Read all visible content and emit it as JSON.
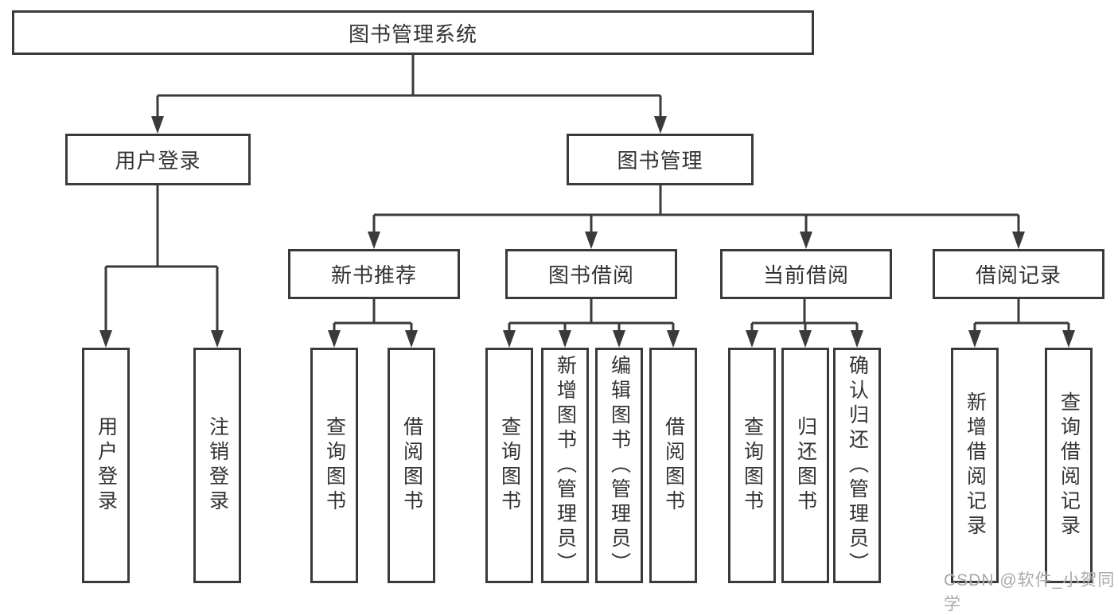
{
  "diagram": {
    "root": {
      "label": "图书管理系统"
    },
    "login_branch": {
      "label": "用户登录",
      "leaves": [
        {
          "label": "用户登录"
        },
        {
          "label": "注销登录"
        }
      ]
    },
    "mgmt_branch": {
      "label": "图书管理",
      "groups": [
        {
          "label": "新书推荐",
          "leaves": [
            {
              "label": "查询图书"
            },
            {
              "label": "借阅图书"
            }
          ]
        },
        {
          "label": "图书借阅",
          "leaves": [
            {
              "label": "查询图书"
            },
            {
              "label": "新增图书（管理员）"
            },
            {
              "label": "编辑图书（管理员）"
            },
            {
              "label": "借阅图书"
            }
          ]
        },
        {
          "label": "当前借阅",
          "leaves": [
            {
              "label": "查询图书"
            },
            {
              "label": "归还图书"
            },
            {
              "label": "确认归还（管理员）"
            }
          ]
        },
        {
          "label": "借阅记录",
          "leaves": [
            {
              "label": "新增借阅记录"
            },
            {
              "label": "查询借阅记录"
            }
          ]
        }
      ]
    },
    "watermark": "CSDN @软件_小贺同学",
    "colors": {
      "line": "#3a3a3a",
      "text": "#333333",
      "watermark": "#a9a9a9",
      "background": "#ffffff"
    }
  }
}
